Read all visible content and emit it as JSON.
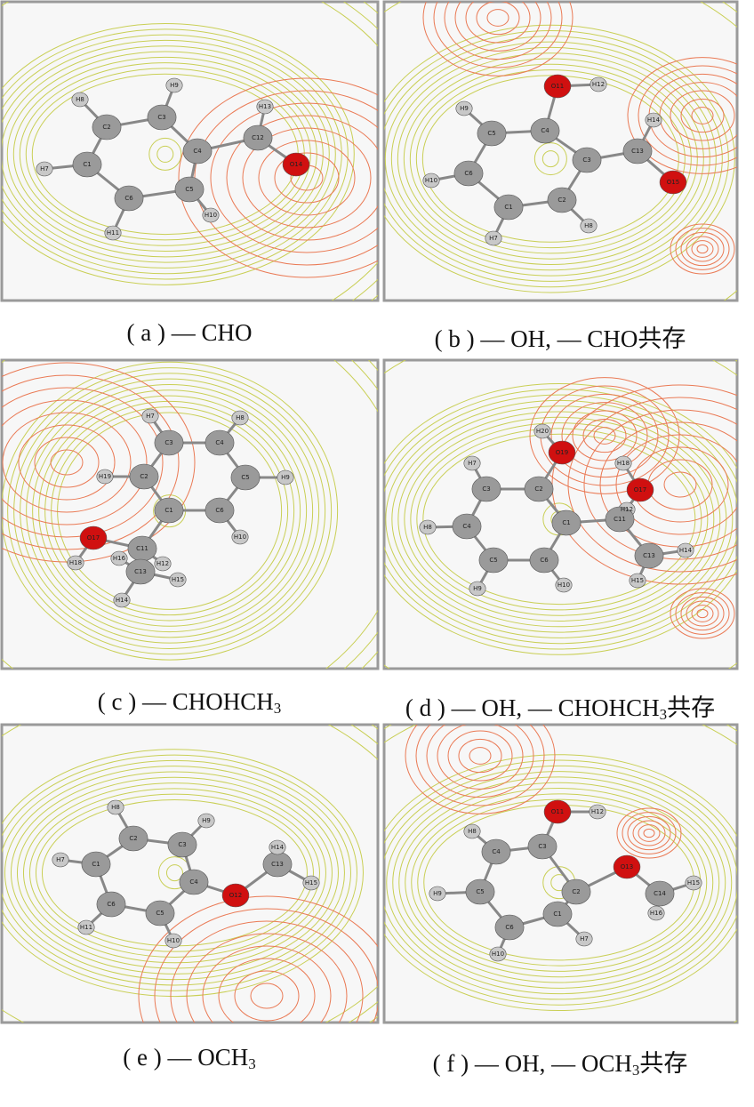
{
  "colors": {
    "contour_positive": "#c9cf55",
    "contour_negative": "#ea7a55",
    "oxygen": "#d01010",
    "carbon": "#9a9a9a",
    "hydrogen": "#c8c8c8",
    "panel_bg": "#f7f7f7",
    "panel_border": "#9a9a9a"
  },
  "panels": [
    {
      "id": "a",
      "caption": {
        "prefix": "( a ) — CHO",
        "sub": "",
        "suffix": ""
      },
      "atoms": [
        "H8",
        "C2",
        "C3",
        "H9",
        "C4",
        "C12",
        "H13",
        "O14",
        "C5",
        "H10",
        "C6",
        "H11",
        "C1",
        "H7"
      ]
    },
    {
      "id": "b",
      "caption": {
        "prefix": "( b ) — OH, — CHO共存",
        "sub": "",
        "suffix": ""
      },
      "atoms": [
        "O11",
        "H12",
        "H9",
        "C5",
        "C4",
        "C3",
        "C13",
        "H14",
        "O15",
        "H10",
        "C6",
        "C1",
        "C2",
        "H8",
        "H7"
      ]
    },
    {
      "id": "c",
      "caption": {
        "prefix": "( c ) — CHOHCH",
        "sub": "3",
        "suffix": ""
      },
      "atoms": [
        "H7",
        "C3",
        "C4",
        "H8",
        "C5",
        "H9",
        "C2",
        "H19",
        "C1",
        "C6",
        "H10",
        "O17",
        "C11",
        "H16",
        "H12",
        "H18",
        "C13",
        "H15",
        "H14"
      ]
    },
    {
      "id": "d",
      "caption": {
        "prefix": "( d ) — OH, — CHOHCH",
        "sub": "3",
        "suffix": "共存"
      },
      "atoms": [
        "H20",
        "O19",
        "H7",
        "C3",
        "C2",
        "H18",
        "O17",
        "H12",
        "C11",
        "C1",
        "H8",
        "C4",
        "C5",
        "C6",
        "H9",
        "H10",
        "C13",
        "H14",
        "H15"
      ]
    },
    {
      "id": "e",
      "caption": {
        "prefix": "( e ) — OCH",
        "sub": "3",
        "suffix": ""
      },
      "atoms": [
        "H8",
        "C2",
        "C3",
        "H9",
        "H7",
        "C1",
        "C4",
        "O12",
        "C13",
        "H14",
        "H15",
        "C6",
        "C5",
        "H11",
        "H10"
      ]
    },
    {
      "id": "f",
      "caption": {
        "prefix": "( f ) — OH, — OCH",
        "sub": "3",
        "suffix": "共存"
      },
      "atoms": [
        "O11",
        "H12",
        "H8",
        "C4",
        "C3",
        "C2",
        "O13",
        "C14",
        "H15",
        "H16",
        "H9",
        "C5",
        "C6",
        "C1",
        "H7",
        "H10"
      ]
    }
  ]
}
